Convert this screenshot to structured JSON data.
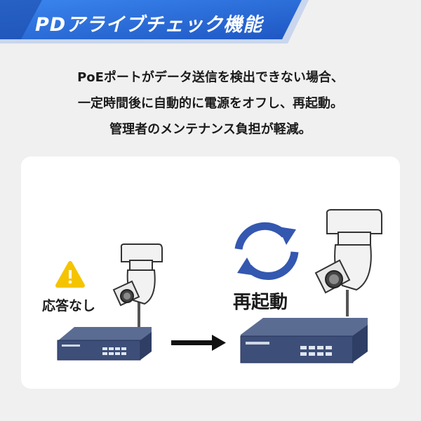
{
  "header": {
    "title": "PDアライブチェック機能"
  },
  "description": {
    "line1": "PoEポートがデータ送信を検出できない場合、",
    "line2": "一定時間後に自動的に電源をオフし、再起動。",
    "line3": "管理者のメンテナンス負担が軽減。"
  },
  "diagram": {
    "before_label": "応答なし",
    "after_label": "再起動"
  },
  "colors": {
    "banner": "#2a6fd6",
    "banner_dark": "#1547a8",
    "switch_body": "#3d4f78",
    "arrow_blue": "#3457b0",
    "warning": "#f5c400"
  }
}
